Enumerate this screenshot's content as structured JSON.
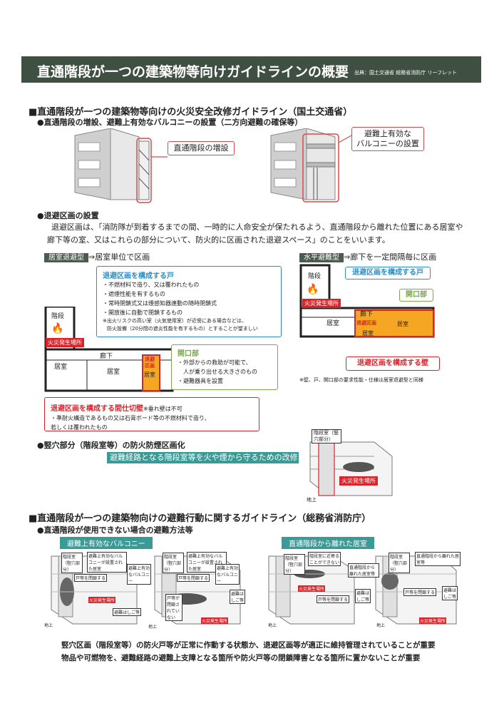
{
  "header": {
    "title": "直通階段が一つの建築物等向けガイドラインの概要",
    "source": "出典：国土交通省 総務省消防庁 リーフレット"
  },
  "section1": {
    "title": "■直通階段が一つの建築物等向けの火災安全改修ガイドライン（国土交通省）",
    "sub1": "●直通階段の増設、避難上有効なバルコニーの設置（二方向避難の確保等）",
    "callout_stair": "直通階段の増設",
    "callout_balcony_line1": "避難上有効な",
    "callout_balcony_line2": "バルコニーの設置",
    "sub2": "●退避区画の設置",
    "desc_line1": "退避区画は、「消防隊が到着するまでの間、一時的に人命安全が保たれるよう、直通階段から離れた位置にある居室や",
    "desc_line2": "廊下等の室、又はこれらの部分について、防火的に区画された退避スペース」のことをいいます。",
    "room_type_tag": "居室退避型",
    "room_type_desc": "⇒居室単位で区画",
    "horizontal_tag": "水平避難型",
    "horizontal_desc": "⇒廊下を一定間隔毎に区画",
    "door_box": {
      "title": "退避区画を構成する戸",
      "items": [
        "・不燃材料で造り、又は覆われたもの",
        "・遮煙性能を有するもの",
        "・常時閉鎖式又は煙感知器連動の随時閉鎖式",
        "・開放後に自動で閉鎖するもの"
      ],
      "note1": "※出火リスクの高い室（火気使用室）が近傍にある場合などは、",
      "note2": "防火設備（20分間の遮炎性能を有するもの）とすることが望ましい"
    },
    "opening_box": {
      "title": "開口部",
      "items": [
        "・外部からの救助が可能で、",
        "　人が乗り出せる大きさのもの",
        "・避難器具を設置"
      ]
    },
    "partition_box": {
      "title": "退避区画を構成する間仕切壁",
      "title_note": "※垂れ壁は不可",
      "line1": "・準耐火構造であるもの又は石膏ボード等の不燃材料で造り、",
      "line2": "若しくは覆われたもの"
    },
    "plan_labels": {
      "stair": "階段",
      "fire": "火災発生場所",
      "corridor": "廊下",
      "room": "居室",
      "refuge": "退避区画"
    },
    "horizontal_labels": {
      "door": "退避区画を構成する戸",
      "opening": "開口部",
      "wall": "退避区画を構成する壁",
      "note": "※壁、戸、開口部の要求性能・仕様は居室退避型と同様"
    },
    "sub3": "●竪穴部分（階段室等）の防火防煙区画化",
    "sub3_banner": "避難経路となる階段室等を火や煙から守るための改修",
    "shaft_label": "階段室（竪穴部分）",
    "fire_label": "火災発生場所",
    "ground": "地上"
  },
  "section2": {
    "title": "■直通階段が一つの建築物向けの避難行動に関するガイドライン（総務省消防庁）",
    "sub1": "●直通階段が使用できない場合の避難方法等",
    "tag_balcony": "避難上有効なバルコニー",
    "tag_room": "直通階段から離れた居室",
    "bldg_labels": {
      "shaft": "階段室（竪穴部分）",
      "balcony_set": "避難上有効なバルコニーが設置された居室",
      "balcony": "避難上有効なバルコニー",
      "close_door": "戸等を閉鎖する",
      "door_not_closed": "戸等が閉鎖されていない",
      "ladder": "避難はしご等",
      "fire": "火災発生場所",
      "far_room_line": "階段室に近寄ることができない",
      "far_room": "直通階段から離れた居室等",
      "ground": "地上"
    },
    "footer_line1": "竪穴区画（階段室等）の防火戸等が正常に作動する状態か、退避区画等が適正に維持管理されていることが重要",
    "footer_line2": "物品や可燃物を、避難経路の避難上支障となる箇所や防火戸等の閉鎖障害となる箇所に置かないことが重要"
  },
  "colors": {
    "banner": "#3f4f42",
    "accent_red": "#d7262b",
    "accent_green": "#7aa84a",
    "accent_teal": "#3b9a96",
    "accent_blue": "#2a8fc8",
    "refuge_fill": "#f5a623"
  }
}
